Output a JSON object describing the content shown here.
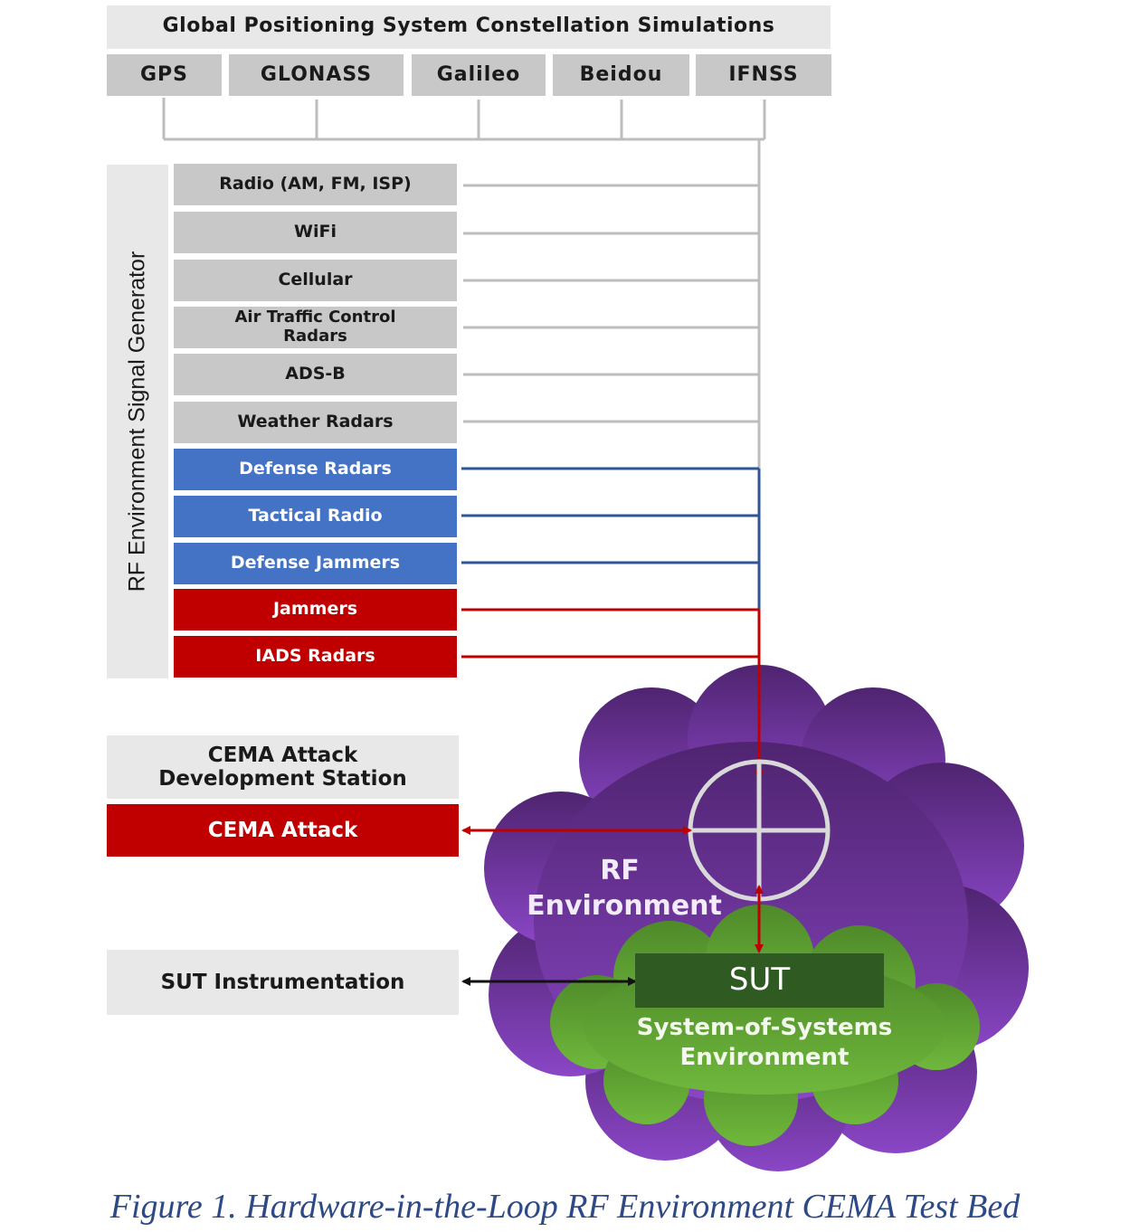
{
  "gnss": {
    "title": "Global Positioning System Constellation Simulations",
    "constellations": [
      "GPS",
      "GLONASS",
      "Galileo",
      "Beidou",
      "IFNSS"
    ]
  },
  "generator": {
    "label": "RF Environment Signal Generator",
    "signals": [
      {
        "label": "Radio (AM, FM, ISP)",
        "category": "gray"
      },
      {
        "label": "WiFi",
        "category": "gray"
      },
      {
        "label": "Cellular",
        "category": "gray"
      },
      {
        "label": "Air Traffic Control Radars",
        "category": "gray"
      },
      {
        "label": "ADS-B",
        "category": "gray"
      },
      {
        "label": "Weather Radars",
        "category": "gray"
      },
      {
        "label": "Defense Radars",
        "category": "blue"
      },
      {
        "label": "Tactical Radio",
        "category": "blue"
      },
      {
        "label": "Defense Jammers",
        "category": "blue"
      },
      {
        "label": "Jammers",
        "category": "red"
      },
      {
        "label": "IADS Radars",
        "category": "red"
      }
    ]
  },
  "cema": {
    "station": "CEMA Attack Development Station",
    "attack": "CEMA Attack"
  },
  "sut_instrumentation": "SUT Instrumentation",
  "rf_environment": {
    "line1": "RF",
    "line2": "Environment"
  },
  "sut": {
    "label": "SUT",
    "env_line1": "System-of-Systems",
    "env_line2": "Environment"
  },
  "caption": "Figure 1. Hardware-in-the-Loop RF Environment CEMA Test Bed",
  "colors": {
    "gray_line": "#bdbdbd",
    "blue_line": "#2f5597",
    "red_line": "#c00000",
    "cloud_purple": "#7030a0",
    "cloud_green": "#5fa232"
  }
}
